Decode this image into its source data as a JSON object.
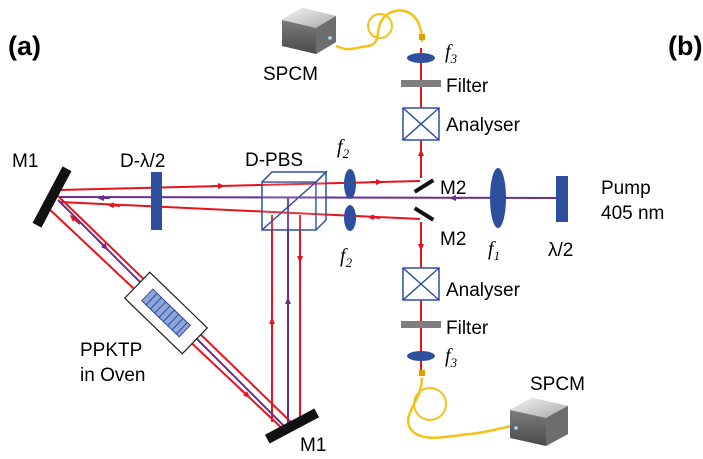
{
  "panel_labels": {
    "a": "(a)",
    "b": "(b)"
  },
  "components": {
    "m1_top": "M1",
    "m1_bottom": "M1",
    "m2_top": "M2",
    "m2_bottom": "M2",
    "half_wave_dual": "D-λ/2",
    "dual_pbs": "D-PBS",
    "crystal_line1": "PPKTP",
    "crystal_line2": "in Oven",
    "pump_line1": "Pump",
    "pump_line2": "405 nm",
    "half_wave": "λ/2",
    "analyser_top": "Analyser",
    "analyser_bottom": "Analyser",
    "filter_top": "Filter",
    "filter_bottom": "Filter",
    "spcm_top": "SPCM",
    "spcm_bottom": "SPCM"
  },
  "lenses": {
    "f": "f",
    "sub_1": "1",
    "sub_2": "2",
    "sub_3": "3"
  },
  "colors": {
    "beam_red": "#e8121b",
    "beam_purple": "#6a2d91",
    "optic_blue": "#2e4e9e",
    "fiber_yellow": "#f2c21a",
    "mirror_black": "#111111",
    "filter_gray": "#7f7f7f"
  },
  "icons": [
    "mirror-icon",
    "waveplate-icon",
    "beamsplitter-icon",
    "lens-icon",
    "crystal-oven-icon",
    "analyser-icon",
    "filter-icon",
    "detector-icon",
    "fiber-icon"
  ]
}
